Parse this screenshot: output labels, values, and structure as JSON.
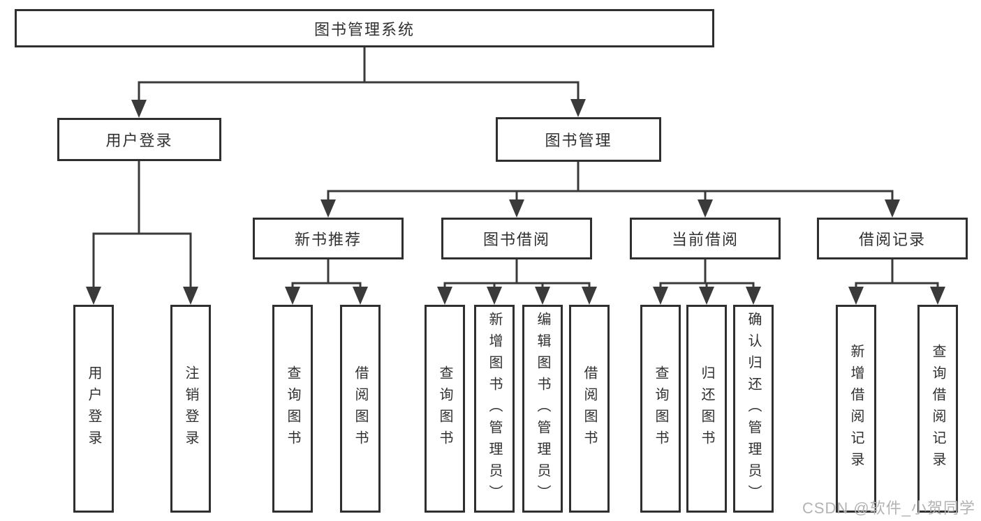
{
  "nodes": {
    "root": "图书管理系统",
    "userLogin": "用户登录",
    "bookManagement": "图书管理",
    "newBookRecommend": "新书推荐",
    "bookBorrow": "图书借阅",
    "currentBorrow": "当前借阅",
    "borrowRecords": "借阅记录",
    "leafUserLogin": "用户登录",
    "leafLogout": "注销登录",
    "leafNbQuery": "查询图书",
    "leafNbBorrow": "借阅图书",
    "leafBbQuery": "查询图书",
    "leafBbAdd": "新增图书（管理员）",
    "leafBbEdit": "编辑图书（管理员）",
    "leafBbBorrow": "借阅图书",
    "leafCbQuery": "查询图书",
    "leafCbReturn": "归还图书",
    "leafCbConfirm": "确认归还（管理员）",
    "leafBrAdd": "新增借阅记录",
    "leafBrQuery": "查询借阅记录"
  },
  "watermark": "CSDN @软件_小贺同学",
  "colors": {
    "line": "#3a3a3a",
    "border": "#2f2f2f",
    "text": "#303030",
    "watermark": "#b3b3b3",
    "background": "#ffffff"
  }
}
